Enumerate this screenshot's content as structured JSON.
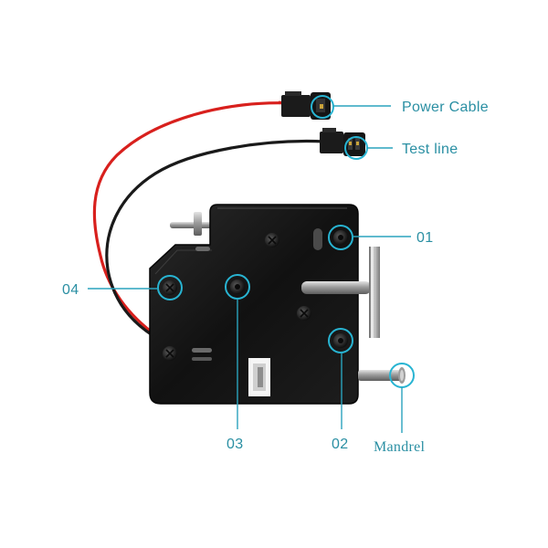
{
  "colors": {
    "accent": "#2aa3bd",
    "label_text": "#2a8fa3",
    "lock_body": "#141414",
    "wire_red": "#d8201d",
    "wire_black": "#1a1a1a",
    "metal": "#9a9a9a"
  },
  "callouts": [
    {
      "id": "power-cable",
      "label": "Power Cable"
    },
    {
      "id": "test-line",
      "label": "Test line"
    },
    {
      "id": "c01",
      "label": "01"
    },
    {
      "id": "c02",
      "label": "02"
    },
    {
      "id": "c03",
      "label": "03"
    },
    {
      "id": "c04",
      "label": "04"
    },
    {
      "id": "mandrel",
      "label": "Mandrel"
    }
  ]
}
